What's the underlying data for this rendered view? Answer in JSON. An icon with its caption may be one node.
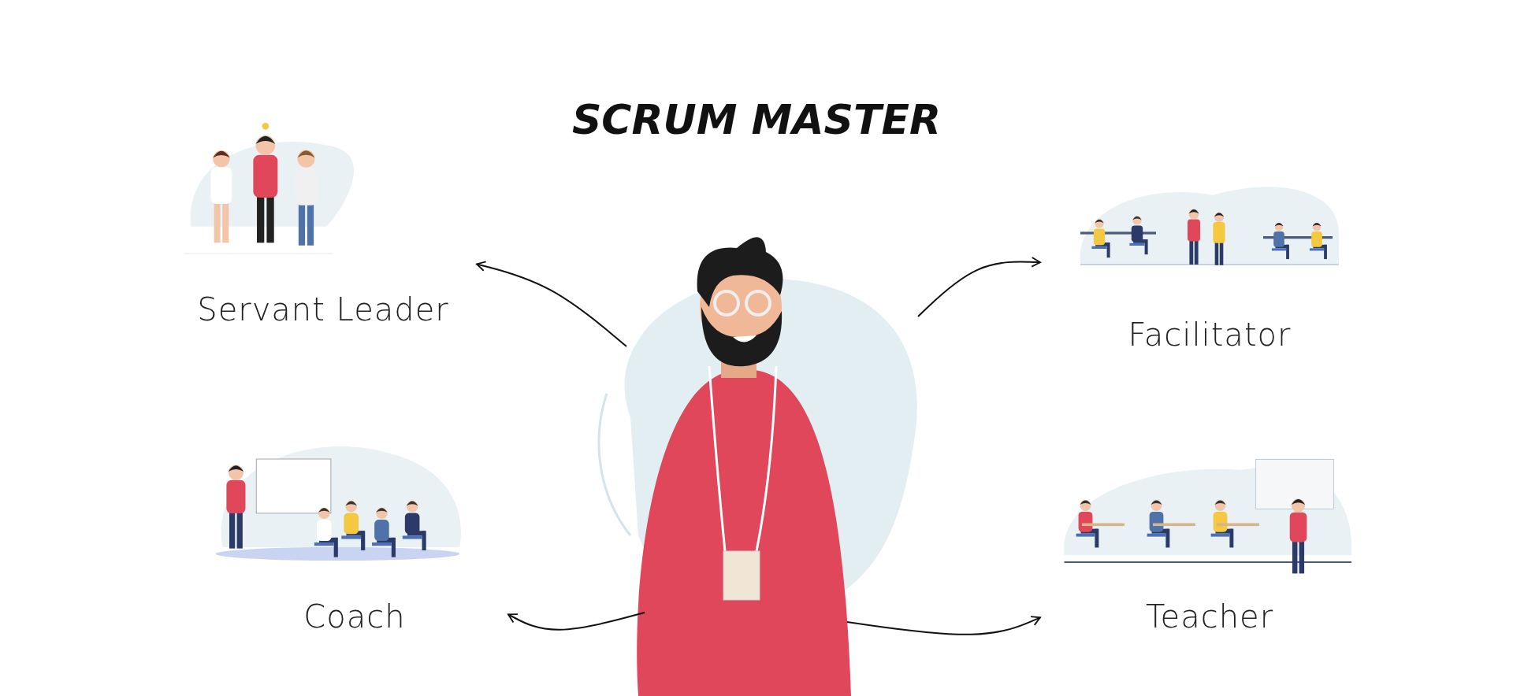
{
  "diagram": {
    "title": "SCRUM MASTER",
    "nodes": [
      {
        "text": [],
        "shape": "picture"
      },
      {
        "text": [
          "Servant Leader"
        ]
      },
      {
        "text": [
          "Facilitator"
        ]
      },
      {
        "text": [
          "Coach"
        ]
      },
      {
        "text": [
          "Teacher"
        ]
      }
    ],
    "edges": [
      {
        "from": 0,
        "to": 1,
        "arrow": "to"
      },
      {
        "from": 0,
        "to": 2,
        "arrow": "to"
      },
      {
        "from": 0,
        "to": 3,
        "arrow": "to"
      },
      {
        "from": 0,
        "to": 4,
        "arrow": "to"
      }
    ]
  }
}
